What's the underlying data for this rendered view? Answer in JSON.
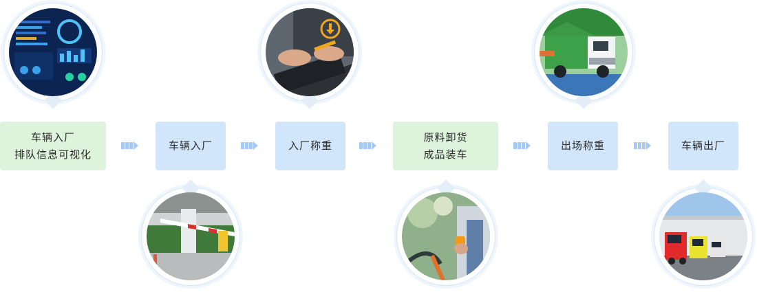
{
  "steps": [
    {
      "line1": "车辆入厂",
      "line2": "排队信息可视化",
      "color": "green"
    },
    {
      "line1": "车辆入厂",
      "line2": "",
      "color": "blue"
    },
    {
      "line1": "入厂称重",
      "line2": "",
      "color": "blue"
    },
    {
      "line1": "原料卸货",
      "line2": "成品装车",
      "color": "green"
    },
    {
      "line1": "出场称重",
      "line2": "",
      "color": "blue"
    },
    {
      "line1": "车辆出厂",
      "line2": "",
      "color": "blue"
    }
  ],
  "images": [
    {
      "icon": "dashboard-screen-image"
    },
    {
      "icon": "parking-barrier-gate-image"
    },
    {
      "icon": "laptop-typing-image"
    },
    {
      "icon": "phone-ev-charging-image"
    },
    {
      "icon": "truck-on-scale-image"
    },
    {
      "icon": "trucks-at-warehouse-image"
    }
  ],
  "colors": {
    "green_box": "#ddf3db",
    "blue_box": "#d2e6fb",
    "chevron": "#a7c9ef"
  }
}
